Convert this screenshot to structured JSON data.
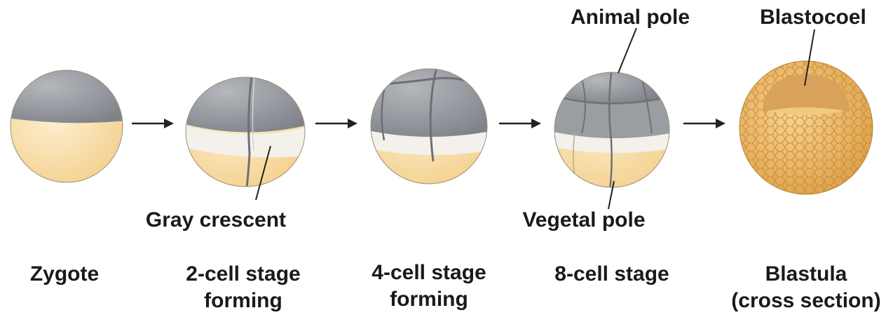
{
  "stages": [
    {
      "name": "zygote",
      "caption": [
        "Zygote"
      ]
    },
    {
      "name": "two-cell",
      "caption": [
        "2-cell stage",
        "forming"
      ]
    },
    {
      "name": "four-cell",
      "caption": [
        "4-cell stage",
        "forming"
      ]
    },
    {
      "name": "eight-cell",
      "caption": [
        "8-cell stage"
      ]
    },
    {
      "name": "blastula",
      "caption": [
        "Blastula",
        "(cross section)"
      ]
    }
  ],
  "labels": {
    "gray_crescent": "Gray crescent",
    "animal_pole": "Animal pole",
    "vegetal_pole": "Vegetal pole",
    "blastocoel": "Blastocoel"
  },
  "colors": {
    "animal": "#8f9399",
    "animal_light": "#b4b7bc",
    "yolk": "#f6d79a",
    "yolk_light": "#fdf1d6",
    "crescent": "#f3f1ea",
    "blastula": "#e9b35a",
    "blastula_light": "#f7d493",
    "line": "#222222"
  }
}
